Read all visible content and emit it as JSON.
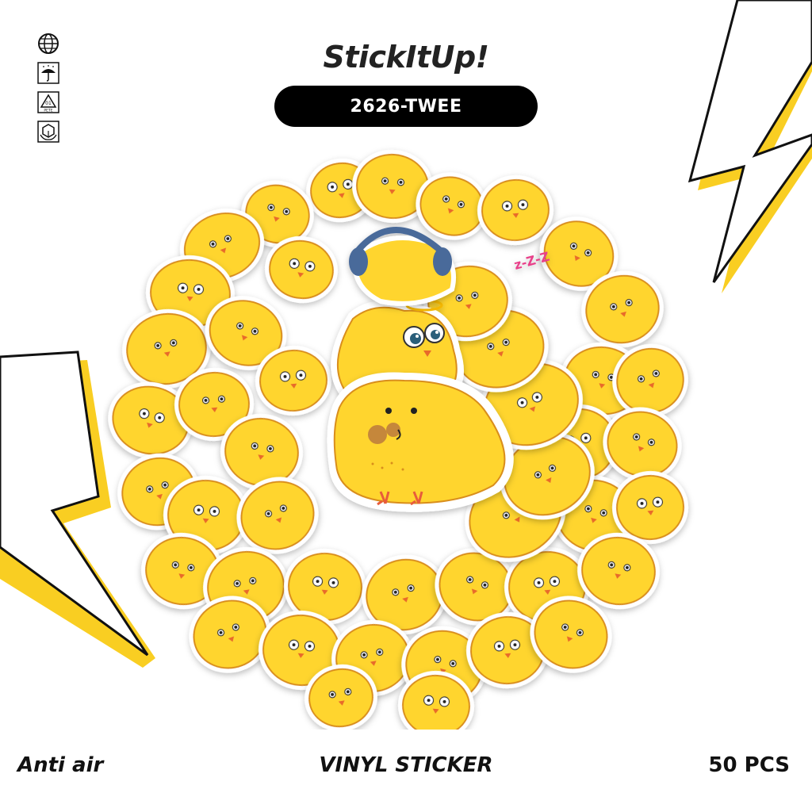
{
  "brand": {
    "name": "StickItUp!"
  },
  "product": {
    "code": "2626-TWEE"
  },
  "footer": {
    "left": "Anti air",
    "center": "VINYL STICKER",
    "right": "50 PCS"
  },
  "sidebar_icons": [
    "globe-icon",
    "umbrella-rain-icon",
    "recycle-pete-icon",
    "package-handling-icon"
  ],
  "sidebar_icon_texts": {
    "recycle_number": "01",
    "recycle_label": "PETE"
  },
  "sticker_texts": {
    "sleep": "z-Z-Z"
  },
  "colors": {
    "accent": "#F9CE22",
    "chick": "#FFD52E",
    "outline": "#D98E1C",
    "text": "#111111",
    "pill": "#000000"
  }
}
